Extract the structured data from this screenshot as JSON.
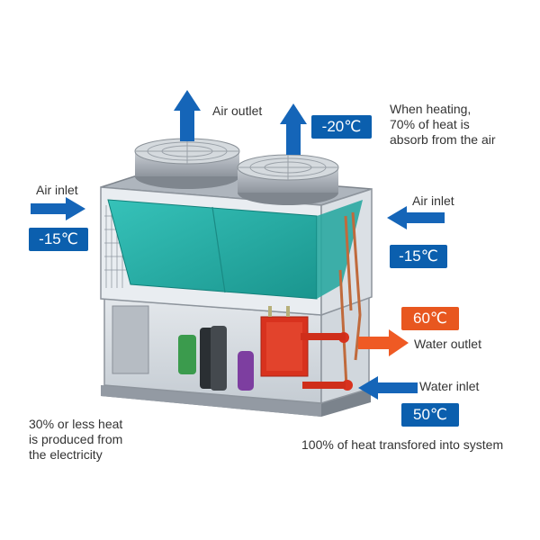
{
  "colors": {
    "cold_badge": "#0b5fae",
    "hot_badge": "#e8571f",
    "cold_arrow": "#1565b8",
    "hot_arrow": "#ef5a24",
    "coil": "#2bb5ad",
    "frame": "#9aa2ac"
  },
  "labels": {
    "air_outlet": "Air outlet",
    "air_inlet_left": "Air inlet",
    "air_inlet_right": "Air inlet",
    "heating_note": "When heating,\n70% of heat is\nabsorb from the air",
    "water_outlet": "Water outlet",
    "water_inlet": "Water inlet",
    "electricity_note": "30% or less heat\nis produced from\n the electricity",
    "system_note": "100% of heat transfored into system"
  },
  "badges": {
    "outlet_air_temp": "-20℃",
    "left_inlet_temp": "-15℃",
    "right_inlet_temp": "-15℃",
    "water_out_temp": "60℃",
    "water_in_temp": "50℃"
  },
  "icons": {
    "up_arrow": "up-arrow-icon",
    "right_arrow": "right-arrow-icon",
    "left_arrow": "left-arrow-icon"
  }
}
